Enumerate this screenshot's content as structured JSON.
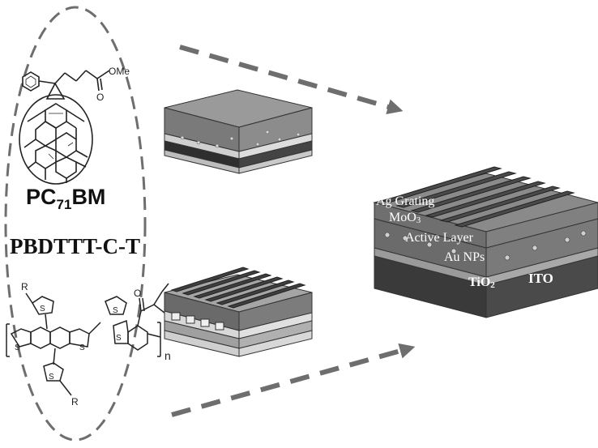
{
  "molecules": {
    "acceptor": {
      "name_prefix": "PC",
      "name_subscript": "71",
      "name_suffix": "BM",
      "ester_label": "OMe",
      "carbonyl_label": "O"
    },
    "donor": {
      "name": "PBDTTT-C-T",
      "side_group_label": "R",
      "carbonyl_label": "O",
      "sulfur_label": "S",
      "repeat_label": "n"
    }
  },
  "device_layers": {
    "ag_grating": "Ag Grating",
    "moo3_base": "MoO",
    "moo3_sub": "3",
    "active_layer": "Active Layer",
    "au_nps": "Au NPs",
    "tio2_base": "TiO",
    "tio2_sub": "2",
    "ito": "ITO"
  },
  "colors": {
    "dashed_arrow": "#6e6e6e",
    "outline": "#333333",
    "grating_dark": "#4a4a4a",
    "active_layer_fill": "#6b6b6b",
    "ito_fill": "#3a3a3a",
    "label_white": "#ffffff"
  }
}
